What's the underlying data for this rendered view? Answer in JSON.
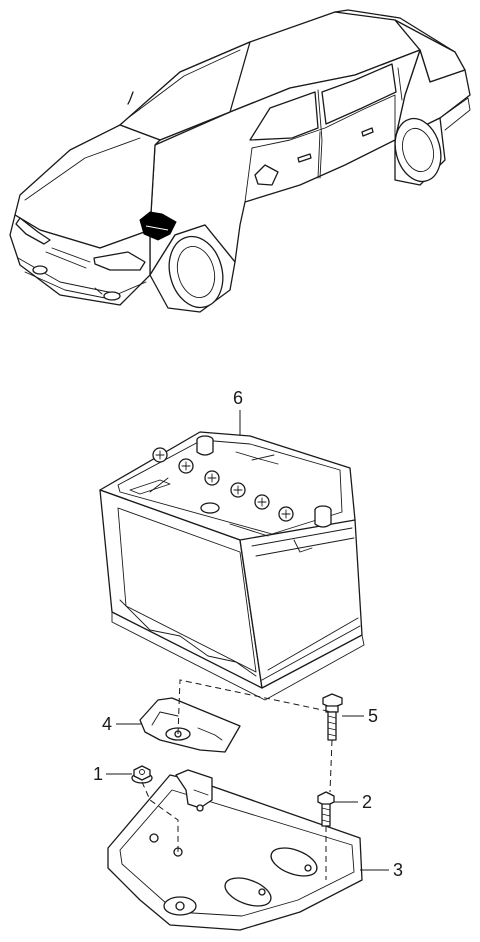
{
  "callouts": [
    {
      "id": "1",
      "label": "1"
    },
    {
      "id": "2",
      "label": "2"
    },
    {
      "id": "3",
      "label": "3"
    },
    {
      "id": "4",
      "label": "4"
    },
    {
      "id": "5",
      "label": "5"
    },
    {
      "id": "6",
      "label": "6"
    }
  ],
  "colors": {
    "line": "#1a1a1a",
    "background": "#ffffff",
    "highlight": "#000000"
  }
}
